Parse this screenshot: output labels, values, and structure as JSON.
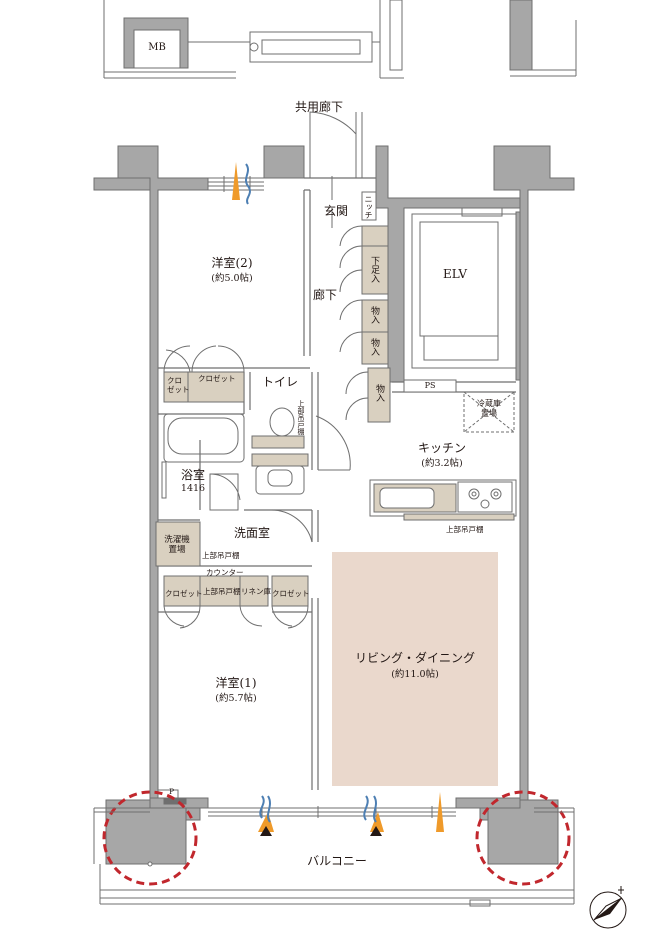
{
  "labels": {
    "mb": "MB",
    "common_corridor": "共用廊下",
    "entrance": "玄関",
    "niche": "ニッチ",
    "elv": "ELV",
    "shoe_storage": "下足入",
    "hallway": "廊下",
    "storage": "物入",
    "room2": "洋室(2)",
    "room2_size": "(約5.0帖)",
    "closet_short": "クロ\nゼット",
    "closet": "クロゼット",
    "toilet": "トイレ",
    "upper_cabinet": "上部吊戸棚",
    "ps": "PS",
    "fridge": "冷蔵庫\n置場",
    "bath": "浴室",
    "bath_size": "1416",
    "kitchen": "キッチン",
    "kitchen_size": "(約3.2帖)",
    "washroom": "洗面室",
    "washer": "洗濯機\n置場",
    "counter": "カウンター",
    "linen": "リネン庫",
    "living": "リビング・ダイニング",
    "living_size": "(約11.0帖)",
    "room1": "洋室(1)",
    "room1_size": "(約5.7帖)",
    "p": "P",
    "balcony": "バルコニー"
  },
  "colors": {
    "wall": "#a7a7a7",
    "wall_stroke": "#6f6f6f",
    "living_floor": "#ead8cc",
    "storage_fill": "#d9d0c0",
    "marker_red": "#c1272d",
    "airflow_orange": "#ef9a2a",
    "airflow_blue": "#4d7fb3"
  },
  "icons": [
    "north-arrow-icon",
    "ventilation-icon",
    "sunlight-icon",
    "gas-burner-icon"
  ]
}
